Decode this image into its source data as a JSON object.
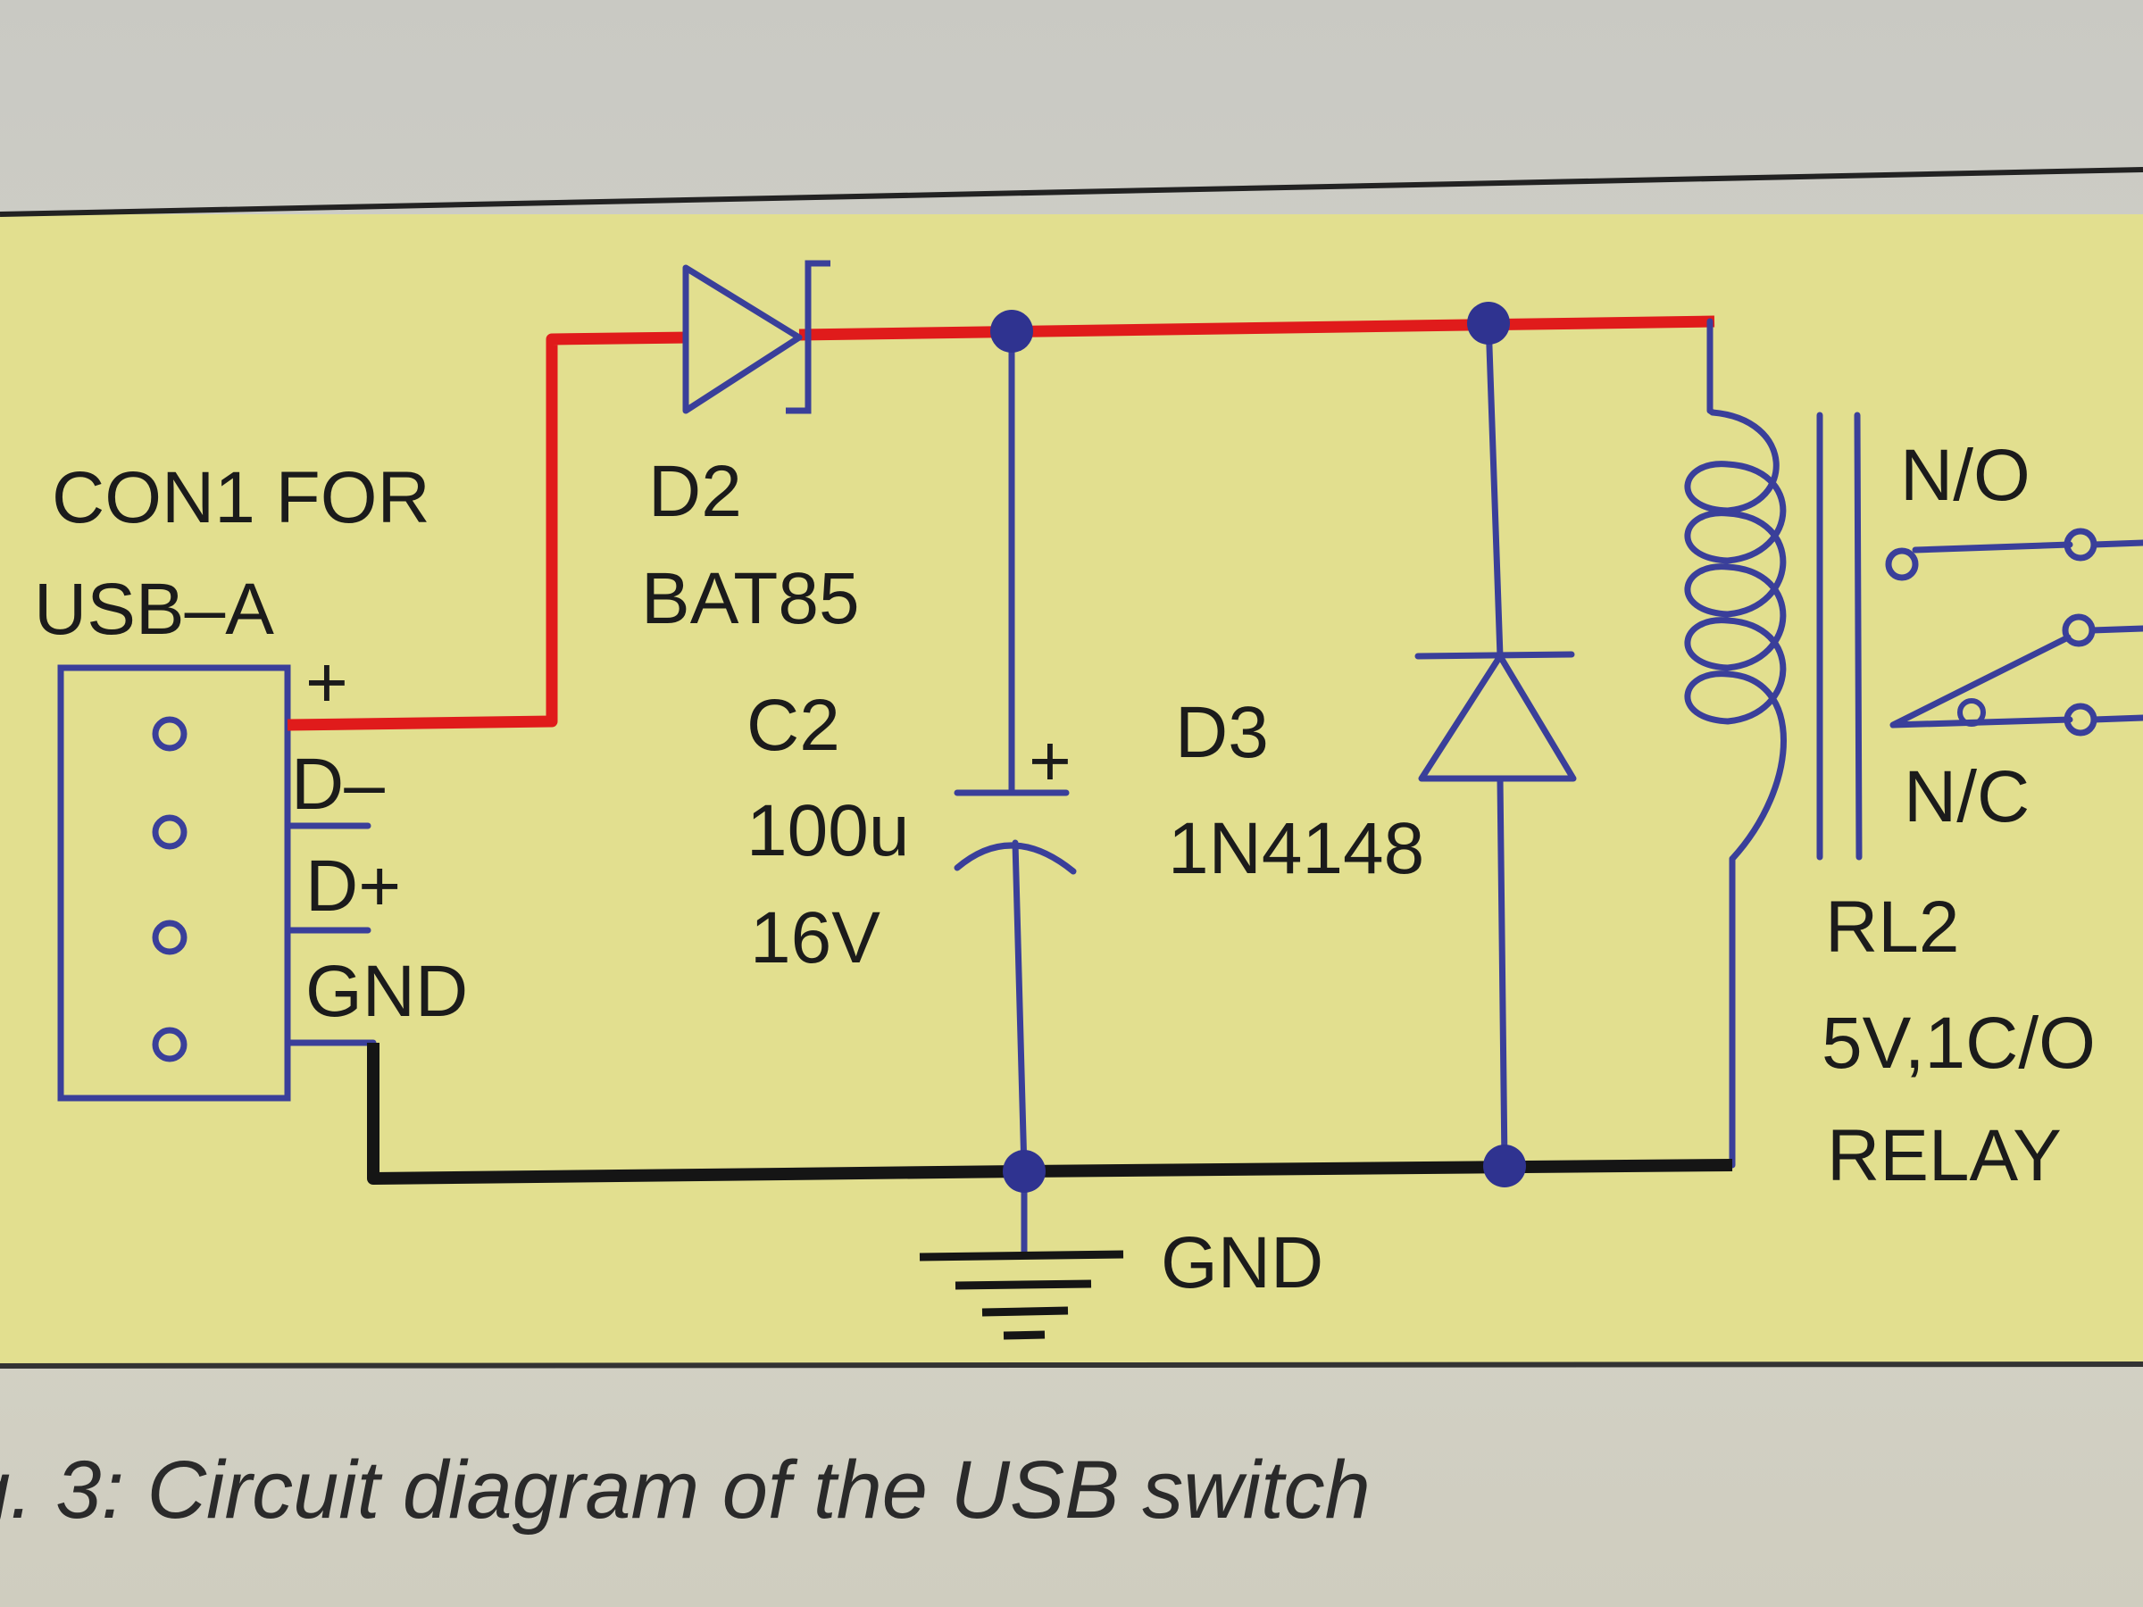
{
  "connector": {
    "name_line1": "CON1 FOR",
    "name_line2": "USB–A",
    "pins": [
      "+",
      "D–",
      "D+",
      "GND"
    ]
  },
  "diode_d2": {
    "ref": "D2",
    "part": "BAT85"
  },
  "capacitor_c2": {
    "ref": "C2",
    "value": "100u",
    "voltage": "16V",
    "polarity": "+"
  },
  "diode_d3": {
    "ref": "D3",
    "part": "1N4148"
  },
  "relay_rl2": {
    "ref": "RL2",
    "spec": "5V,1C/O",
    "type": "RELAY",
    "contact_no": "N/O",
    "contact_nc": "N/C"
  },
  "ground": {
    "label": "GND"
  },
  "caption": "g. 3: Circuit diagram of the USB switch",
  "colors": {
    "panel": "#e2df8f",
    "wire": "#3a3f9a",
    "supply": "#e01b1b",
    "ground_rail": "#151515"
  }
}
